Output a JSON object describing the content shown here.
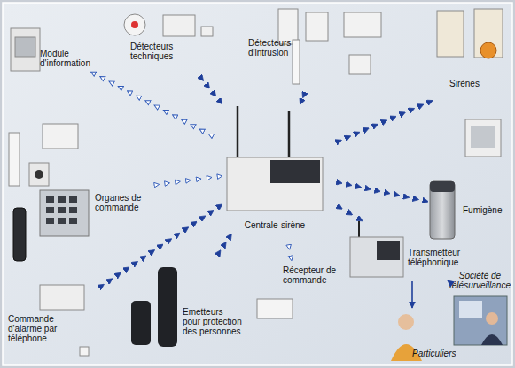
{
  "diagram": {
    "nodes": [
      {
        "text": [
          "Module d'information"
        ]
      },
      {
        "text": [
          "Détecteurs techniques"
        ]
      },
      {
        "text": [
          "Détecteurs d'intrusion"
        ]
      },
      {
        "text": [
          "Sirènes"
        ]
      },
      {
        "text": [
          "Organes de commande"
        ]
      },
      {
        "text": [
          "Centrale-sirène"
        ]
      },
      {
        "text": [
          "Fumigène"
        ]
      },
      {
        "text": [
          "Transmetteur téléphonique"
        ]
      },
      {
        "text": [
          "Récepteur de commande"
        ]
      },
      {
        "text": [
          "Commande d'alarme par téléphone"
        ]
      },
      {
        "text": [
          "Emetteurs pour protection des personnes"
        ]
      },
      {
        "text": [
          "Société de télésurveillance"
        ]
      },
      {
        "text": [
          "Particuliers"
        ]
      }
    ],
    "edges": [
      {
        "from": 5,
        "to": 0,
        "arrow": "to"
      },
      {
        "from": 1,
        "to": 5,
        "arrow": "to"
      },
      {
        "from": 2,
        "to": 5,
        "arrow": "to"
      },
      {
        "from": 5,
        "to": 3,
        "arrow": "to"
      },
      {
        "from": 4,
        "to": 5,
        "arrow": "to"
      },
      {
        "from": 5,
        "to": 6,
        "arrow": "to"
      },
      {
        "from": 5,
        "to": 7,
        "arrow": "to"
      },
      {
        "from": 5,
        "to": 8,
        "arrow": "to"
      },
      {
        "from": 10,
        "to": 5,
        "arrow": "to"
      },
      {
        "from": 9,
        "to": 5,
        "arrow": "to"
      },
      {
        "from": 7,
        "to": 11,
        "arrow": "to"
      },
      {
        "from": 7,
        "to": 12,
        "arrow": "to"
      }
    ]
  }
}
